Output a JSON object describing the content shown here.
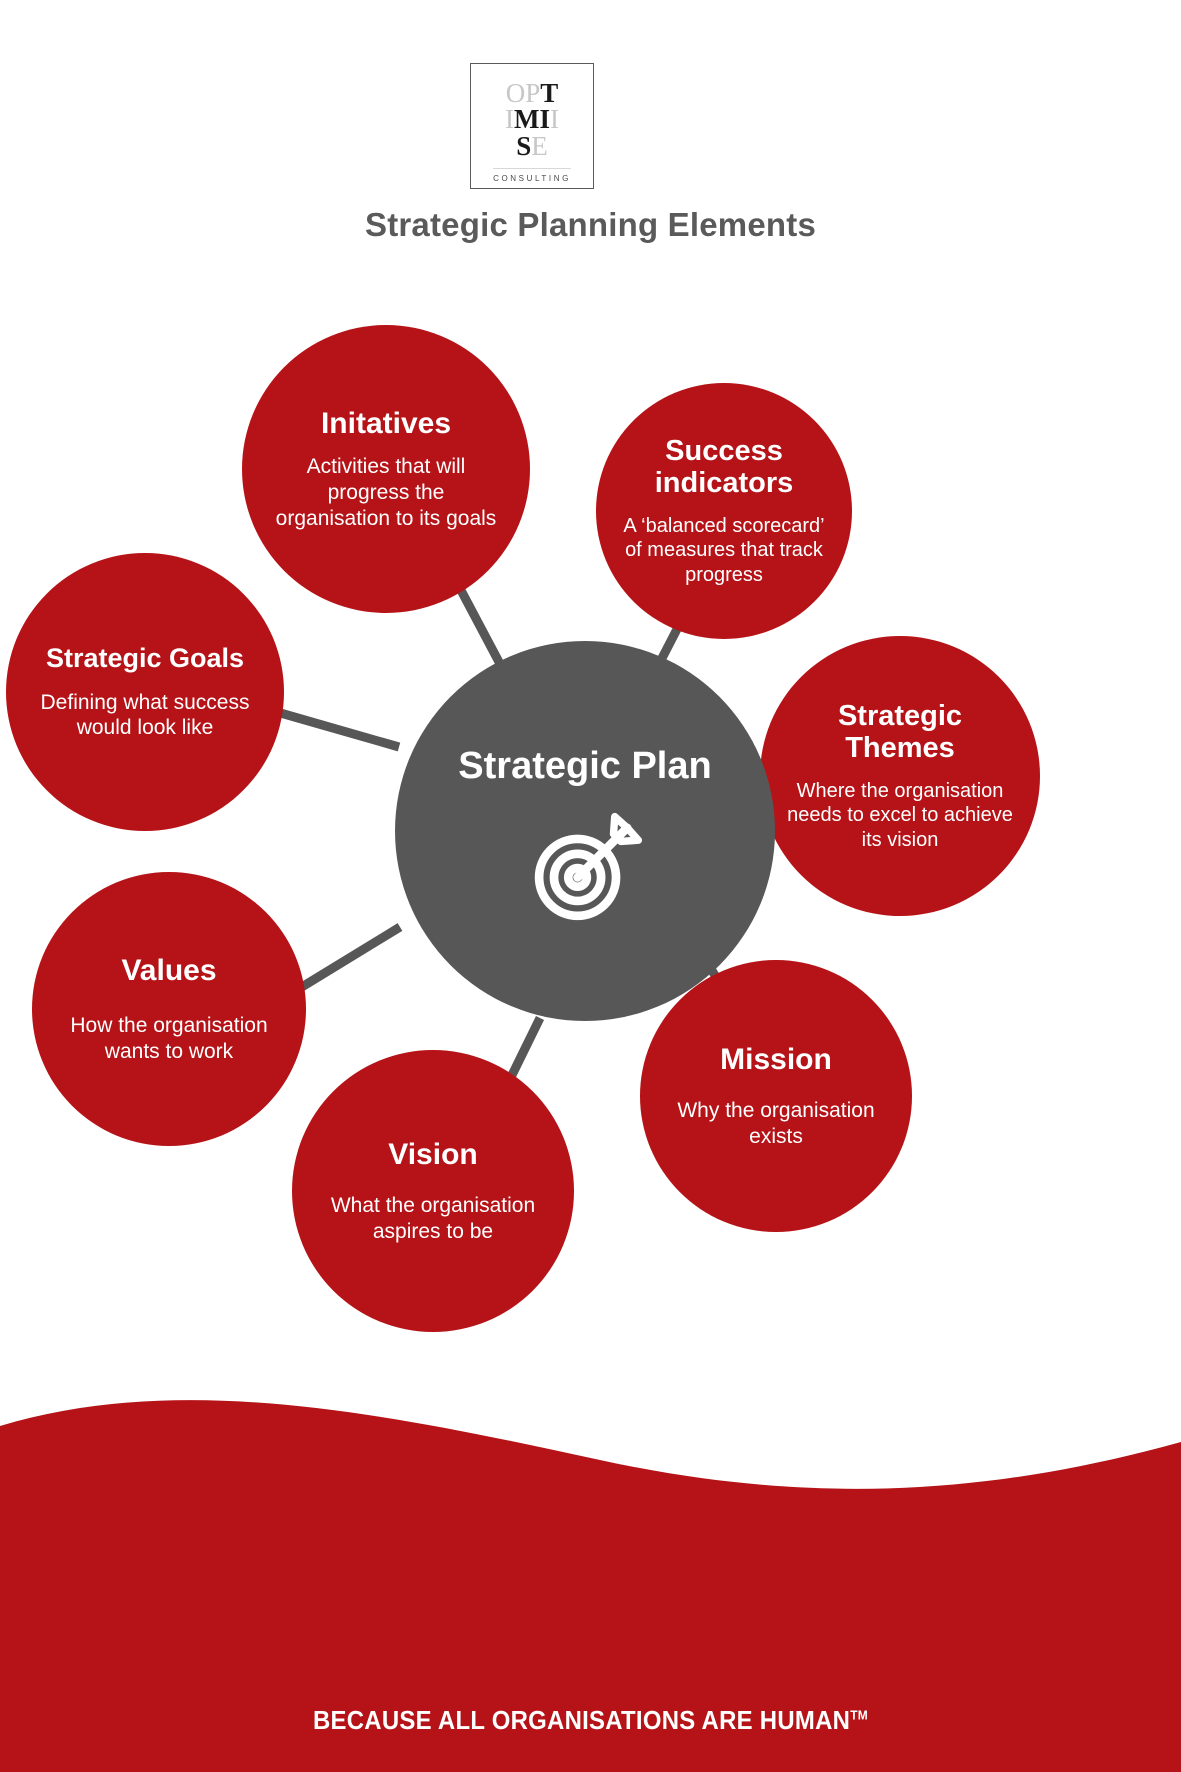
{
  "brand": {
    "logo": {
      "row1_light": "OP",
      "row1_dark": "T",
      "row2_light_a": "I",
      "row2_dark": "MI",
      "row2_light_b": "",
      "row3_dark": "S",
      "row3_light": "E",
      "subtitle": "CONSULTING"
    },
    "accent_red": "#b51317",
    "center_gray": "#575757",
    "title_gray": "#5a5a5a"
  },
  "header": {
    "title": "Strategic Planning Elements"
  },
  "diagram": {
    "center": {
      "title": "Strategic Plan",
      "icon": "target-arrow-icon"
    },
    "nodes": [
      {
        "key": "initiatives",
        "title": "Initatives",
        "desc": "Activities that will progress the organisation to its goals"
      },
      {
        "key": "success_indicators",
        "title": "Success indicators",
        "desc": "A ‘balanced scorecard’ of measures that track progress"
      },
      {
        "key": "strategic_themes",
        "title": "Strategic Themes",
        "desc": "Where the organisation needs to excel to achieve its vision"
      },
      {
        "key": "mission",
        "title": "Mission",
        "desc": "Why the organisation exists"
      },
      {
        "key": "vision",
        "title": "Vision",
        "desc": "What the organisation aspires to be"
      },
      {
        "key": "values",
        "title": "Values",
        "desc": "How the organisation wants to work"
      },
      {
        "key": "strategic_goals",
        "title": "Strategic Goals",
        "desc": "Defining what success would look like"
      }
    ]
  },
  "footer": {
    "tagline": "BECAUSE ALL ORGANISATIONS ARE HUMAN",
    "trademark": "TM"
  }
}
